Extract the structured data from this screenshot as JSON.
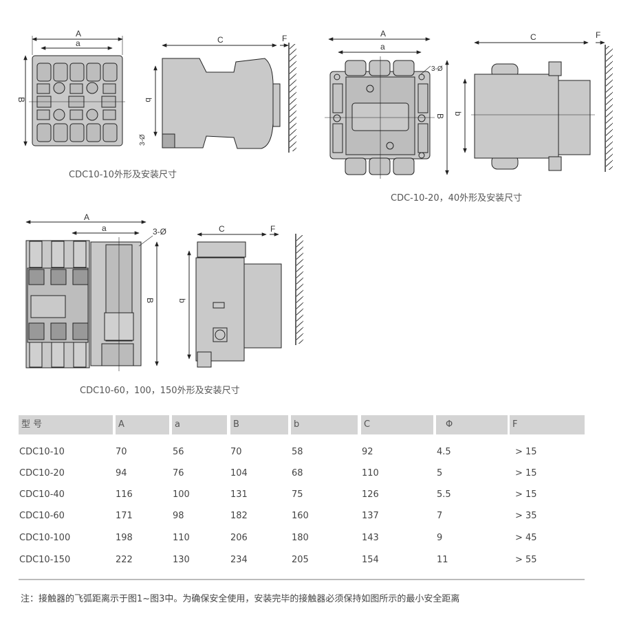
{
  "figures": [
    {
      "caption": "CDC10-10外形及安装尺寸",
      "labels": {
        "A": "A",
        "a": "a",
        "B": "B",
        "b": "b",
        "C": "C",
        "F": "F",
        "hole": "3-Ø"
      }
    },
    {
      "caption": "CDC-10-20，40外形及安装尺寸",
      "labels": {
        "A": "A",
        "a": "a",
        "B": "B",
        "b": "b",
        "C": "C",
        "F": "F",
        "hole": "3-Ø"
      }
    },
    {
      "caption": "CDC10-60，100，150外形及安装尺寸",
      "labels": {
        "A": "A",
        "a": "a",
        "B": "B",
        "b": "b",
        "C": "C",
        "F": "F",
        "hole": "3-Ø"
      }
    }
  ],
  "table": {
    "headers": [
      "型 号",
      "A",
      "a",
      "B",
      "b",
      "C",
      "Φ",
      "F"
    ],
    "rows": [
      [
        "CDC10-10",
        "70",
        "56",
        "70",
        "58",
        "92",
        "4.5",
        "> 15"
      ],
      [
        "CDC10-20",
        "94",
        "76",
        "104",
        "68",
        "110",
        "5",
        "> 15"
      ],
      [
        "CDC10-40",
        "116",
        "100",
        "131",
        "75",
        "126",
        "5.5",
        "> 15"
      ],
      [
        "CDC10-60",
        "171",
        "98",
        "182",
        "160",
        "137",
        "7",
        "> 35"
      ],
      [
        "CDC10-100",
        "198",
        "110",
        "206",
        "180",
        "143",
        "9",
        "> 45"
      ],
      [
        "CDC10-150",
        "222",
        "130",
        "234",
        "205",
        "154",
        "11",
        "> 55"
      ]
    ]
  },
  "note": "注：接触器的飞弧距离示于图1~图3中。为确保安全使用，安装完毕的接触器必须保持如图所示的最小安全距离"
}
